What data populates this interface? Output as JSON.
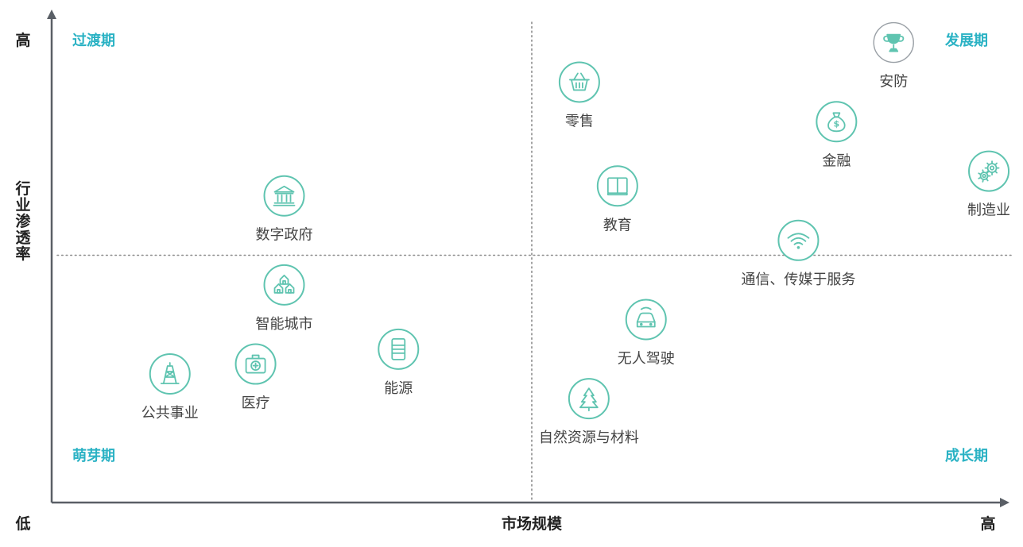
{
  "colors": {
    "accent": "#2ab2c4",
    "icon": "#5fc4b0",
    "axis": "#5a5f66",
    "text": "#444444",
    "title_text": "#222222"
  },
  "chart_data": {
    "type": "scatter",
    "title": "",
    "xlabel": "市场规模",
    "ylabel": "行业渗透率",
    "x_low_label": "低",
    "x_high_label": "高",
    "y_high_label": "高",
    "xlim": [
      0,
      1
    ],
    "ylim": [
      0,
      1
    ],
    "grid": false,
    "divider": {
      "x": 0.5,
      "y": 0.5
    },
    "quadrants": [
      {
        "label": "过渡期",
        "position": "top-left"
      },
      {
        "label": "发展期",
        "position": "top-right"
      },
      {
        "label": "萌芽期",
        "position": "bottom-left"
      },
      {
        "label": "成长期",
        "position": "bottom-right"
      }
    ],
    "points": [
      {
        "label": "零售",
        "icon": "basket-icon",
        "x": 0.55,
        "y": 0.85
      },
      {
        "label": "安防",
        "icon": "trophy-icon",
        "x": 0.88,
        "y": 0.93,
        "highlight": true
      },
      {
        "label": "金融",
        "icon": "money-bag-icon",
        "x": 0.82,
        "y": 0.77
      },
      {
        "label": "制造业",
        "icon": "gears-icon",
        "x": 0.98,
        "y": 0.67
      },
      {
        "label": "教育",
        "icon": "book-icon",
        "x": 0.59,
        "y": 0.64
      },
      {
        "label": "数字政府",
        "icon": "government-building-icon",
        "x": 0.24,
        "y": 0.62
      },
      {
        "label": "通信、传媒于服务",
        "icon": "wifi-icon",
        "x": 0.78,
        "y": 0.53
      },
      {
        "label": "智能城市",
        "icon": "city-houses-icon",
        "x": 0.24,
        "y": 0.44
      },
      {
        "label": "无人驾驶",
        "icon": "car-icon",
        "x": 0.62,
        "y": 0.37
      },
      {
        "label": "能源",
        "icon": "battery-icon",
        "x": 0.36,
        "y": 0.31
      },
      {
        "label": "医疗",
        "icon": "medical-kit-icon",
        "x": 0.21,
        "y": 0.28
      },
      {
        "label": "公共事业",
        "icon": "tower-icon",
        "x": 0.12,
        "y": 0.26
      },
      {
        "label": "自然资源与材料",
        "icon": "tree-icon",
        "x": 0.56,
        "y": 0.21
      }
    ]
  }
}
